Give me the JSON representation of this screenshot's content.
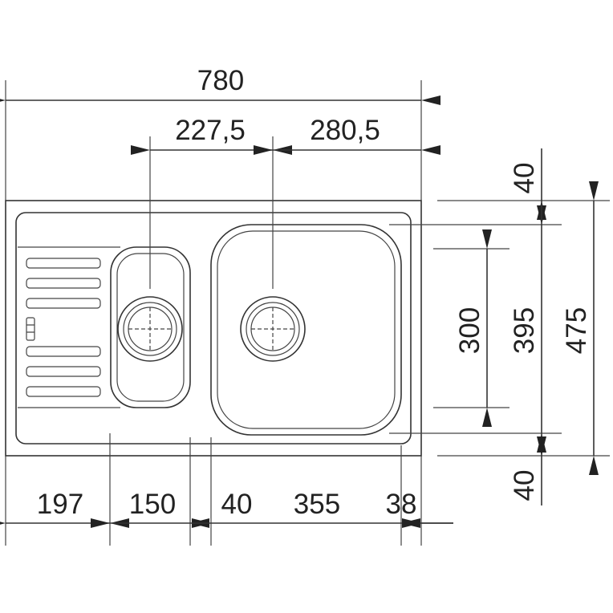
{
  "drawing": {
    "dimensions": {
      "overall_width": "780",
      "small_bowl_drain_offset": "227,5",
      "large_bowl_drain_offset": "280,5",
      "drainer_width": "197",
      "small_bowl_width": "150",
      "bowl_gap": "40",
      "large_bowl_width": "355",
      "right_margin": "38",
      "top_margin": "40",
      "small_bowl_depth": "300",
      "large_bowl_depth": "395",
      "overall_depth": "475",
      "bottom_margin": "40"
    },
    "line_color": "#333333"
  }
}
